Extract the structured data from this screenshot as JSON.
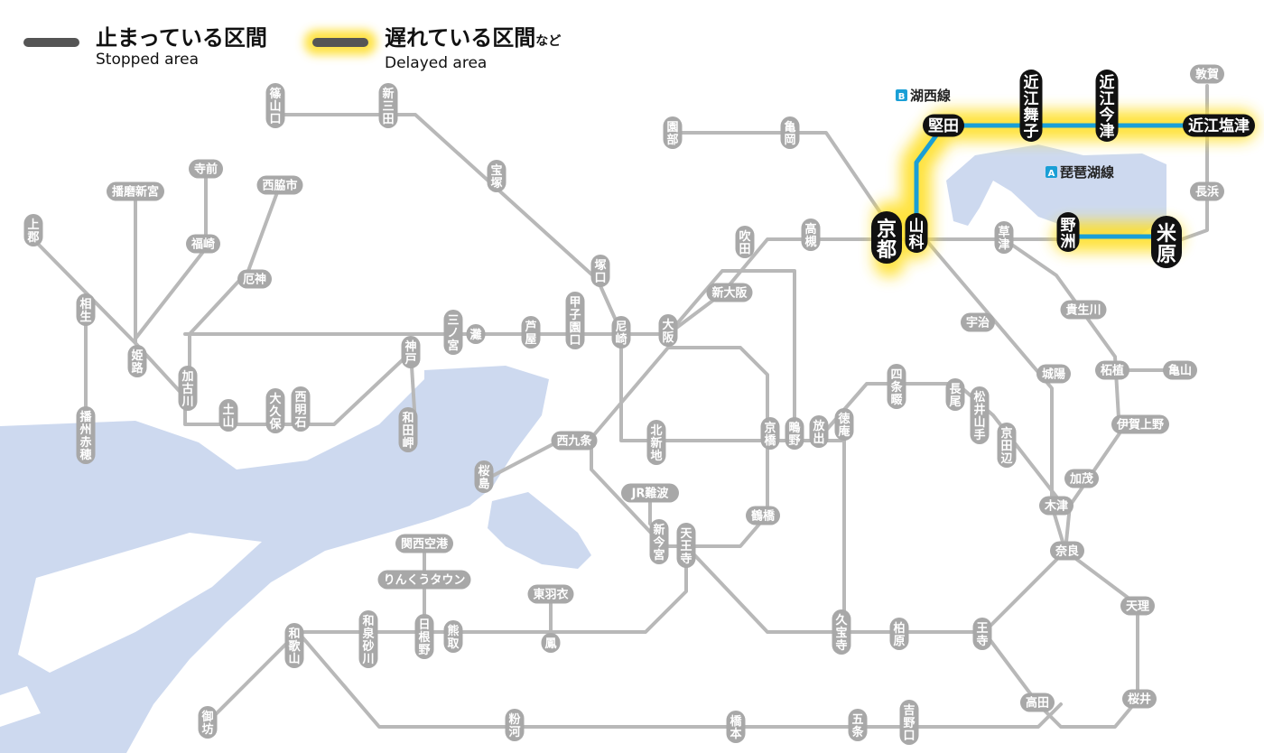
{
  "legend": {
    "stopped": {
      "ja": "止まっている区間",
      "en": "Stopped area"
    },
    "delayed": {
      "ja": "遅れている区間",
      "ja_suffix": "など",
      "en": "Delayed area"
    }
  },
  "lines": {
    "kosei": {
      "badge": "B",
      "name": "湖西線",
      "color": "#1a9fd6"
    },
    "biwako": {
      "badge": "A",
      "name": "琵琶湖線",
      "color": "#1a9fd6"
    }
  },
  "colors": {
    "sea": "#cdd9ef",
    "track": "#b8b8b8",
    "station_gray": "#a8a8a8",
    "station_black": "#111111",
    "delay_glow": "#ffe02a"
  },
  "stations": {
    "sasayama": "篠山口",
    "shinsanda": "新三田",
    "sonobe": "園部",
    "kameoka": "亀岡",
    "tsuruga": "敦賀",
    "katata": "堅田",
    "omimaiko": "近江舞子",
    "omiimazu": "近江今津",
    "omishiotsu": "近江塩津",
    "nagahama": "長浜",
    "maibara": "米原",
    "yasu": "野洲",
    "kusatsu": "草津",
    "yamashina": "山科",
    "kyoto": "京都",
    "takatsuki": "高槻",
    "suita": "吹田",
    "shinosaka": "新大阪",
    "takarazuka": "宝塚",
    "tsukaguchi": "塚口",
    "amagasaki": "尼崎",
    "osaka": "大阪",
    "koshien": "甲子園口",
    "ashiya": "芦屋",
    "nada": "灘",
    "sannomiya": "三ノ宮",
    "kobe": "神戸",
    "wadamisaki": "和田岬",
    "nishiakashi": "西明石",
    "okubo": "大久保",
    "tsuchiyama": "土山",
    "kakogawa": "加古川",
    "yakujin": "厄神",
    "nishiwaki": "西脇市",
    "fukusaki": "福崎",
    "teramae": "寺前",
    "harimashingu": "播磨新宮",
    "kamigori": "上郡",
    "aioi": "相生",
    "himeji": "姫路",
    "banshuako": "播州赤穂",
    "uji": "宇治",
    "jyoyo": "城陽",
    "kizu": "木津",
    "kibukawa": "貴生川",
    "tsuge": "柘植",
    "kameyama": "亀山",
    "igaueno": "伊賀上野",
    "kamo": "加茂",
    "nara": "奈良",
    "tenri": "天理",
    "sakurai": "桜井",
    "takada": "高田",
    "oji": "王寺",
    "kashiwara": "柏原",
    "kyuhoji": "久宝寺",
    "hanaten": "放出",
    "shigino": "鴫野",
    "kyobashi": "京橋",
    "kitashinchi": "北新地",
    "nishikujo": "西九条",
    "sakurajima": "桜島",
    "jrnamba": "JR難波",
    "shinimamiya": "新今宮",
    "tennoji": "天王寺",
    "tsuruhashi": "鶴橋",
    "tokuan": "徳庵",
    "shijonawate": "四条畷",
    "nagao": "長尾",
    "matsuiyamate": "松井山手",
    "kyotanabe": "京田辺",
    "kanku": "関西空港",
    "rinku": "りんくうタウン",
    "higashihagoromo": "東羽衣",
    "hineno": "日根野",
    "kumatori": "熊取",
    "otori": "鳳",
    "izumisunagawa": "和泉砂川",
    "wakayama": "和歌山",
    "gobo": "御坊",
    "kokawa": "粉河",
    "hashimoto": "橋本",
    "gojo": "五条",
    "yoshinoguchi": "吉野口"
  }
}
